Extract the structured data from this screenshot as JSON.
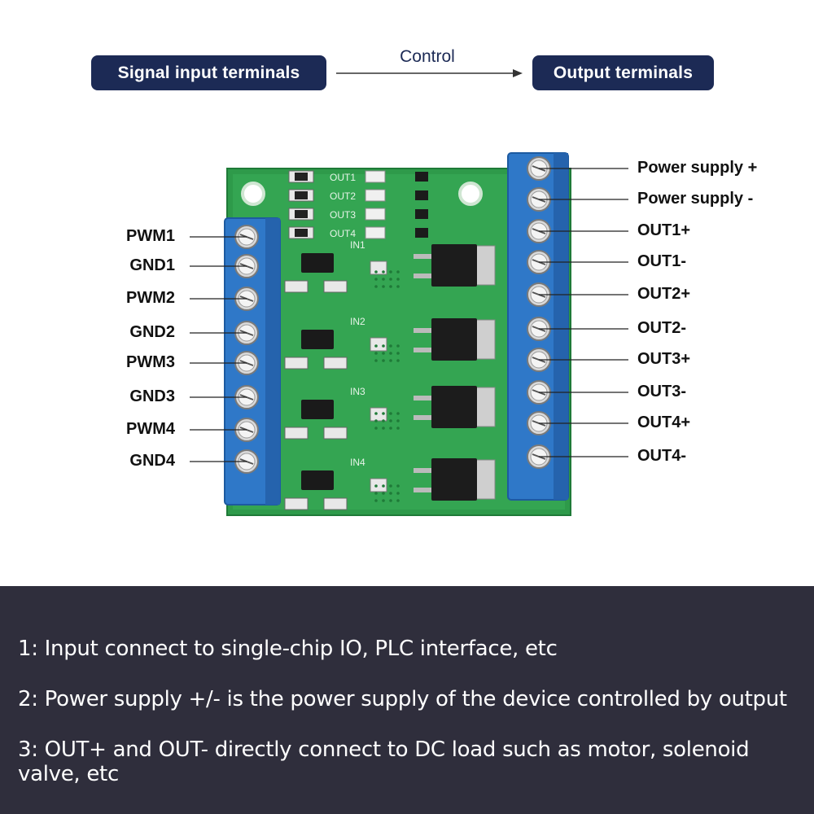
{
  "header": {
    "signal_input_label": "Signal input terminals",
    "control_label": "Control",
    "output_label": "Output terminals"
  },
  "input_terminals": [
    "PWM1",
    "GND1",
    "PWM2",
    "GND2",
    "PWM3",
    "GND3",
    "PWM4",
    "GND4"
  ],
  "output_terminals": [
    "Power supply +",
    "Power supply -",
    "OUT1+",
    "OUT1-",
    "OUT2+",
    "OUT2-",
    "OUT3+",
    "OUT3-",
    "OUT4+",
    "OUT4-"
  ],
  "board_marks": {
    "led_labels": [
      "OUT1",
      "OUT2",
      "OUT3",
      "OUT4"
    ],
    "input_labels": [
      "IN1",
      "IN2",
      "IN3",
      "IN4"
    ]
  },
  "notes": [
    "1: Input connect to single-chip IO, PLC interface, etc",
    "2: Power supply +/- is the power supply of the device controlled by output",
    "3: OUT+ and OUT- directly connect to DC load such as motor, solenoid valve, etc"
  ],
  "colors": {
    "pill_bg": "#1c2a55",
    "board_green": "#2e9a4a",
    "terminal_blue": "#2f78c8",
    "notes_bg": "#2f2e3c"
  }
}
